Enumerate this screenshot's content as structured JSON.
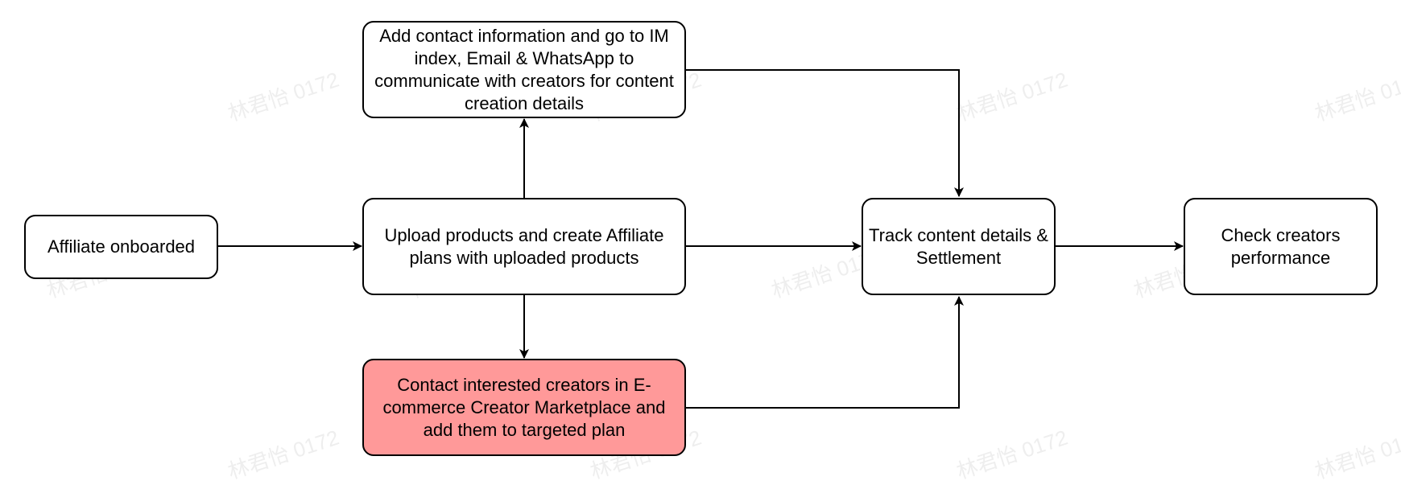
{
  "watermark": "林君怡 0172",
  "colors": {
    "highlight_fill": "#ff9999",
    "stroke": "#000000",
    "background": "#ffffff"
  },
  "nodes": {
    "affiliate_onboarded": "Affiliate onboarded",
    "add_contact": "Add contact information and go to IM index, Email & WhatsApp to communicate with creators for content creation details",
    "upload_products": "Upload products and create Affiliate plans with uploaded products",
    "contact_creators": "Contact interested creators in E-commerce Creator Marketplace and add them to targeted plan",
    "track_content": "Track content details & Settlement",
    "check_performance": "Check creators performance"
  },
  "edges": [
    {
      "from": "affiliate_onboarded",
      "to": "upload_products"
    },
    {
      "from": "upload_products",
      "to": "add_contact"
    },
    {
      "from": "upload_products",
      "to": "contact_creators"
    },
    {
      "from": "upload_products",
      "to": "track_content"
    },
    {
      "from": "add_contact",
      "to": "track_content"
    },
    {
      "from": "contact_creators",
      "to": "track_content"
    },
    {
      "from": "track_content",
      "to": "check_performance"
    }
  ]
}
